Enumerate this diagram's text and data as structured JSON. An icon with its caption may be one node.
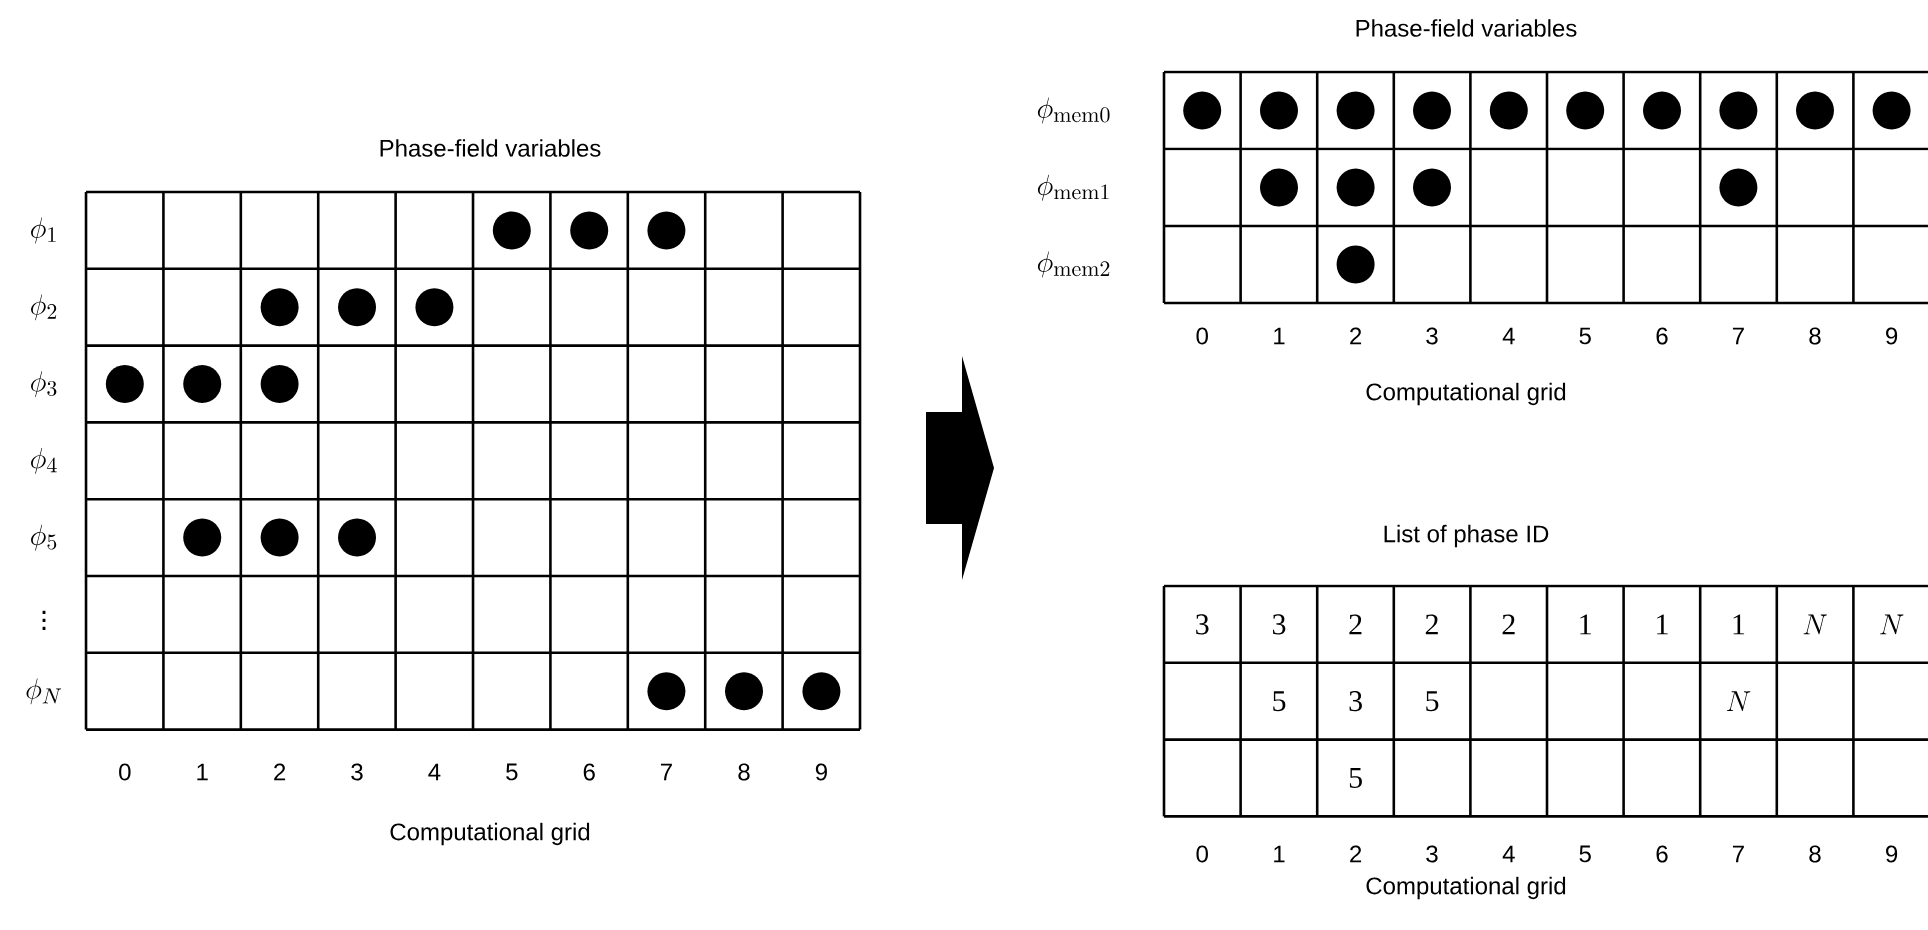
{
  "diagram": {
    "labels": [
      "Phase-field variables",
      "\\phi_1",
      "\\phi_2",
      "\\phi_3",
      "\\phi_4",
      "\\phi_5",
      "\\vdots",
      "\\phi_N",
      "0",
      "1",
      "2",
      "3",
      "4",
      "5",
      "6",
      "7",
      "8",
      "9",
      "Computational grid",
      "Phase-field variables",
      "\\phi_{\\mathrm{mem0}}",
      "\\phi_{\\mathrm{mem1}}",
      "\\phi_{\\mathrm{mem2}}",
      "0",
      "1",
      "2",
      "3",
      "4",
      "5",
      "6",
      "7",
      "8",
      "9",
      "Computational grid",
      "List of phase ID",
      "3",
      "3",
      "2",
      "2",
      "2",
      "1",
      "1",
      "1",
      "N",
      "N",
      "5",
      "3",
      "5",
      "N",
      "5",
      "0",
      "1",
      "2",
      "3",
      "4",
      "5",
      "6",
      "7",
      "8",
      "9",
      "Computational grid"
    ]
  }
}
